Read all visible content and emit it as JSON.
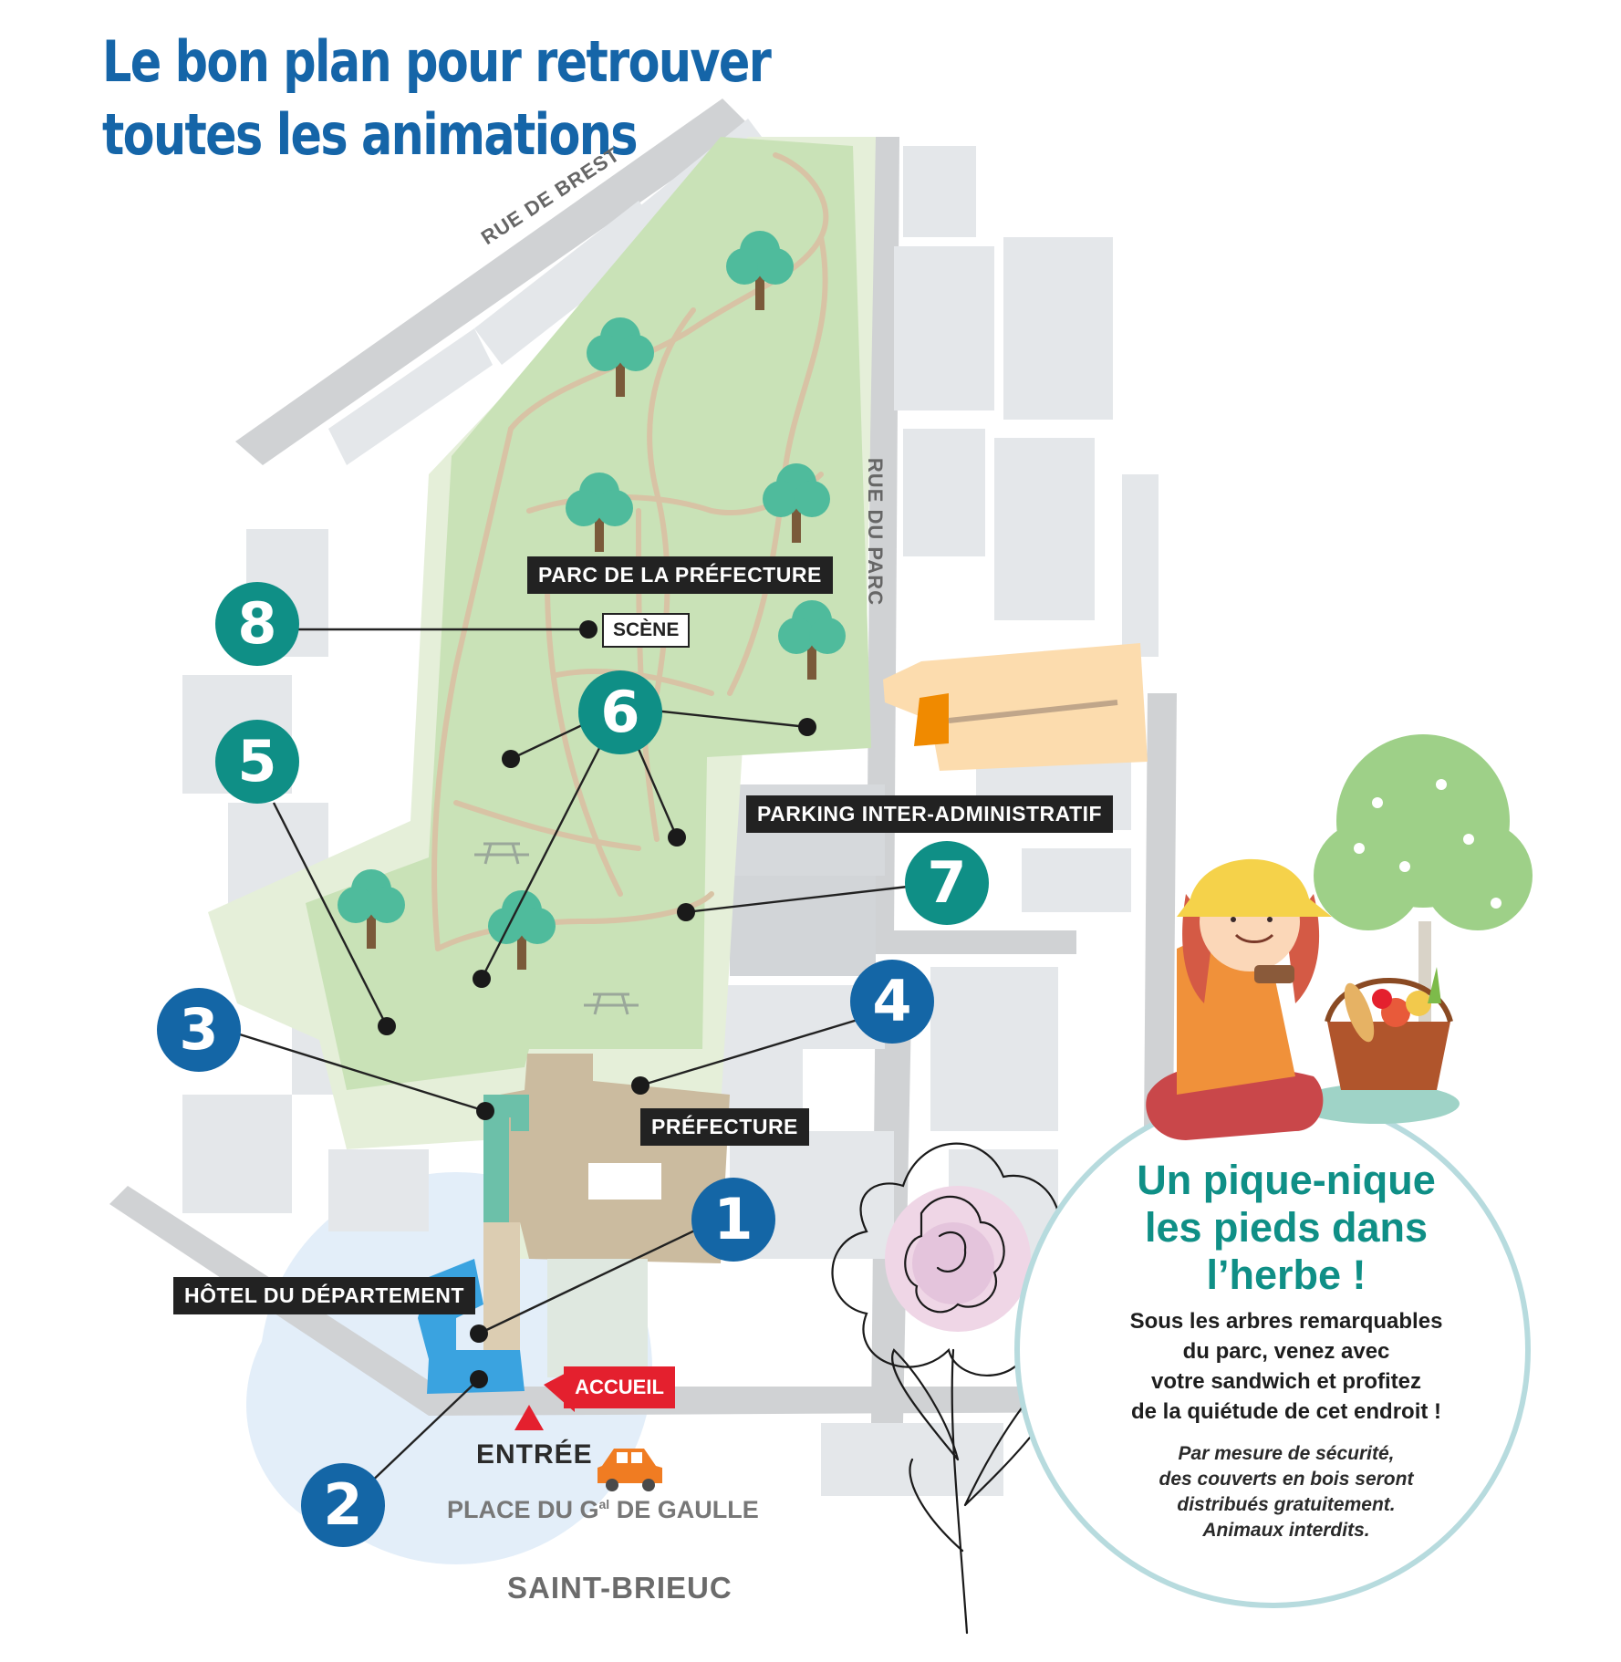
{
  "title": {
    "line1": "Le bon plan pour retrouver",
    "line2": "toutes les animations",
    "color": "#1565a8"
  },
  "streets": {
    "rue_de_brest": "RUE DE BREST",
    "rue_du_parc": "RUE DU PARC"
  },
  "places": {
    "parc": "PARC DE LA PRÉFECTURE",
    "scene": "SCÈNE",
    "parking": "PARKING INTER-ADMINISTRATIF",
    "prefecture": "PRÉFECTURE",
    "hotel": "HÔTEL DU DÉPARTEMENT"
  },
  "entrance": {
    "accueil": "ACCUEIL",
    "entree": "ENTRÉE",
    "place_prefix": "PLACE DU G",
    "place_sup": "al",
    "place_suffix": " DE GAULLE",
    "city": "SAINT-BRIEUC"
  },
  "markers": [
    {
      "id": "1",
      "color": "#1466a6"
    },
    {
      "id": "2",
      "color": "#1466a6"
    },
    {
      "id": "3",
      "color": "#1466a6"
    },
    {
      "id": "4",
      "color": "#1466a6"
    },
    {
      "id": "5",
      "color": "#0f8f86"
    },
    {
      "id": "6",
      "color": "#0f8f86"
    },
    {
      "id": "7",
      "color": "#0f8f86"
    },
    {
      "id": "8",
      "color": "#0f8f86"
    }
  ],
  "picnic": {
    "title_lines": [
      "Un pique-nique",
      "les pieds dans",
      "l’herbe !"
    ],
    "title_color": "#0f8f86",
    "body_lines": [
      "Sous les arbres remarquables",
      "du parc, venez avec",
      "votre sandwich et profitez",
      "de la quiétude de cet endroit !"
    ],
    "note_lines": [
      "Par mesure de sécurité,",
      "des couverts en bois seront",
      "distribués gratuitement.",
      "Animaux interdits."
    ]
  },
  "colors": {
    "park_outer": "#e5efd9",
    "park_inner": "#c9e2b7",
    "building": "#e4e7ea",
    "road": "#d0d2d4",
    "path": "#d8c3a5",
    "tree": "#4fbb9c",
    "prefecture": "#cbbb9f",
    "hotel": "#3aa3e0",
    "accueil_red": "#e4202e",
    "car": "#f07c22"
  }
}
